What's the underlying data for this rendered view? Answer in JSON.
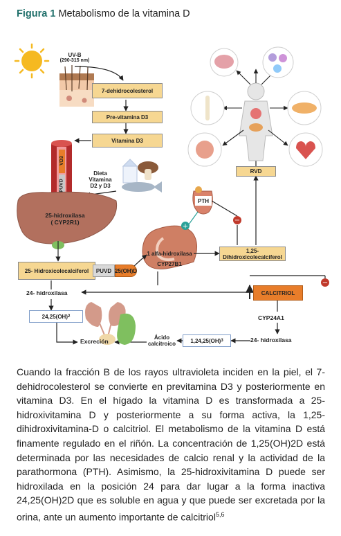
{
  "figure": {
    "label": "Figura 1",
    "title": "Metabolismo de la vitamina D"
  },
  "uv": {
    "label": "UV-B",
    "range": "(290-315 nm)"
  },
  "steps": {
    "dehydro": "7-dehidrocolesterol",
    "previtamin": "Pre-vitamina D3",
    "vitamin": "Vitamina D3"
  },
  "diet": {
    "line1": "Dieta",
    "line2": "Vitamina",
    "line3": "D2 y D3"
  },
  "vessel": {
    "vd3": "VD3",
    "puvd": "PUVD"
  },
  "liver": {
    "enzyme": "25-hidroxilasa",
    "code": "( CYP2R1)"
  },
  "calcidiol": {
    "name": "25- Hidroxicolecalciferol",
    "puvd": "PUVD",
    "oh": "25(OH)D"
  },
  "kidney": {
    "enzyme": "1 alfa-hidroxilasa",
    "code": "CYP27B1"
  },
  "calcitriol_box": "1,25- Dihidroxicolecalciferol",
  "pth": "PTH",
  "rvd": "RVD",
  "calcitriol": "CALCITRIOL",
  "cyp24": "CYP24A1",
  "hydroxylase24_left": "24- hidroxilasa",
  "hydroxylase24_right": "24- hidroxilasa",
  "oh_2425": {
    "text": "24,25(OH)",
    "sub": "2"
  },
  "oh_124": {
    "text": "1,24,25(OH)",
    "sub": "3"
  },
  "excretion": "Excreción",
  "acid": {
    "line1": "Ácido",
    "line2": "calcitroico"
  },
  "signs": {
    "plus": "+",
    "minus": "−"
  },
  "description": "Cuando la fracción B de los rayos ultravioleta inciden en la piel, el 7-dehidrocolesterol se convierte en previtamina D3 y posteriormente en vitamina D3. En el hígado la vitamina D es transformada a 25-hidroxivitamina D y posteriormente a su forma activa, la 1,25-dihidroxivitamina-D o calcitriol. El metabolismo de la vitamina D está finamente regulado en el riñón. La concentración de 1,25(OH)2D está determinada por las necesidades de calcio renal y la actividad de la parathormona (PTH). Asimismo, la 25-hidroxivitamina D puede ser hidroxilada en la posición 24 para dar lugar a la forma inactiva 24,25(OH)2D que es soluble en agua y que puede ser excretada por la orina, ante un aumento importante de calcitriol",
  "description_refs": "5,6",
  "colors": {
    "title_accent": "#1f6f6a",
    "box_fill": "#f6d792",
    "calcitriol_fill": "#e87d2a",
    "minus_sign": "#c0392b",
    "plus_sign": "#2aa198",
    "liver": "#b2705e"
  }
}
